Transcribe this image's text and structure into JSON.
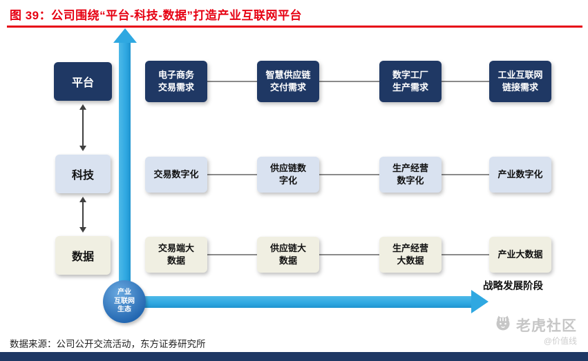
{
  "header": {
    "title": "图 39：公司围绕“平台-科技-数据”打造产业互联网平台"
  },
  "diagram": {
    "y_axis": {
      "labels": [
        {
          "label": "平台"
        },
        {
          "label": "科技"
        },
        {
          "label": "数据"
        }
      ]
    },
    "rows": [
      {
        "items": [
          {
            "text": "电子商务\n交易需求"
          },
          {
            "text": "智慧供应链\n交付需求"
          },
          {
            "text": "数字工厂\n生产需求"
          },
          {
            "text": "工业互联网\n链接需求"
          }
        ]
      },
      {
        "items": [
          {
            "text": "交易数字化"
          },
          {
            "text": "供应链数\n字化"
          },
          {
            "text": "生产经营\n数字化"
          },
          {
            "text": "产业数字化"
          }
        ]
      },
      {
        "items": [
          {
            "text": "交易端大\n数据"
          },
          {
            "text": "供应链大\n数据"
          },
          {
            "text": "生产经营\n大数据"
          },
          {
            "text": "产业大数据"
          }
        ]
      }
    ],
    "origin_label": "产业\n互联网\n生态",
    "x_axis_label": "战略发展阶段"
  },
  "footer": {
    "source": "数据来源：公司公开交流活动，东方证券研究所"
  },
  "watermark": {
    "brand": "老虎社区",
    "handle": "@价值线"
  },
  "colors": {
    "accent_red": "#e60012",
    "navy": "#1f3864",
    "axis_blue": "#2fa8e1",
    "light_blue": "#d9e2f0",
    "cream": "#f0efe2"
  }
}
